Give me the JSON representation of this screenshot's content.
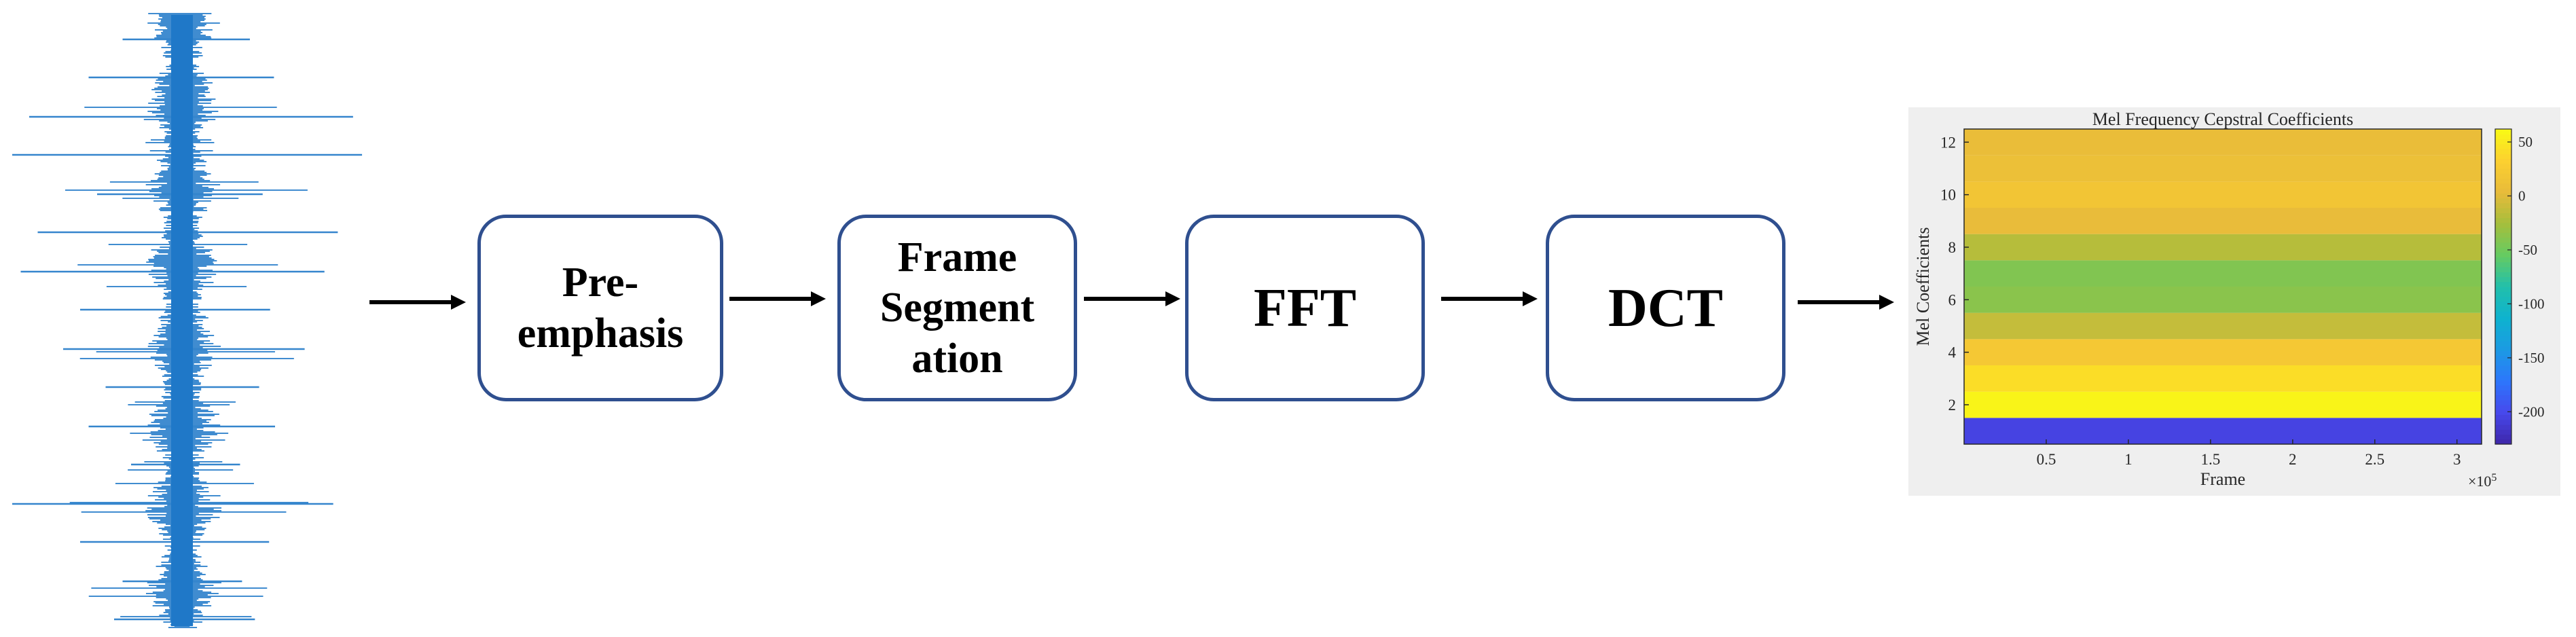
{
  "pipeline": {
    "stages": [
      {
        "id": "pre-emphasis",
        "lines": [
          "Pre-",
          "emphasis"
        ]
      },
      {
        "id": "frame-segmentation",
        "lines": [
          "Frame",
          "Segment",
          "ation"
        ]
      },
      {
        "id": "fft",
        "lines": [
          "FFT"
        ]
      },
      {
        "id": "dct",
        "lines": [
          "DCT"
        ]
      }
    ],
    "box_border_color": "#2f4f8f",
    "arrow_color": "#000000",
    "waveform_color": "#1f78c8"
  },
  "chart_data": {
    "type": "heatmap",
    "title": "Mel Frequency Cepstral Coefficients",
    "xlabel": "Frame",
    "ylabel": "Mel Coefficients",
    "x_exponent_label": "×10",
    "x_exponent_power": "5",
    "xlim": [
      0,
      3.15
    ],
    "ylim": [
      0.5,
      12.5
    ],
    "x_ticks": [
      "0.5",
      "1",
      "1.5",
      "2",
      "2.5",
      "3"
    ],
    "x_tick_values": [
      0.5,
      1,
      1.5,
      2,
      2.5,
      3
    ],
    "y_ticks": [
      "2",
      "4",
      "6",
      "8",
      "10",
      "12"
    ],
    "y_tick_values": [
      2,
      4,
      6,
      8,
      10,
      12
    ],
    "rows": [
      {
        "coef": 1,
        "value": -205
      },
      {
        "coef": 2,
        "value": 58
      },
      {
        "coef": 3,
        "value": 42
      },
      {
        "coef": 4,
        "value": 22
      },
      {
        "coef": 5,
        "value": -12
      },
      {
        "coef": 6,
        "value": -38
      },
      {
        "coef": 7,
        "value": -42
      },
      {
        "coef": 8,
        "value": -18
      },
      {
        "coef": 9,
        "value": 5
      },
      {
        "coef": 10,
        "value": 18
      },
      {
        "coef": 11,
        "value": 10
      },
      {
        "coef": 12,
        "value": 6
      }
    ],
    "colorbar": {
      "range": [
        -230,
        62
      ],
      "ticks": [
        "50",
        "0",
        "-50",
        "-100",
        "-150",
        "-200"
      ],
      "tick_values": [
        50,
        0,
        -50,
        -100,
        -150,
        -200
      ],
      "colormap": "parula"
    }
  }
}
